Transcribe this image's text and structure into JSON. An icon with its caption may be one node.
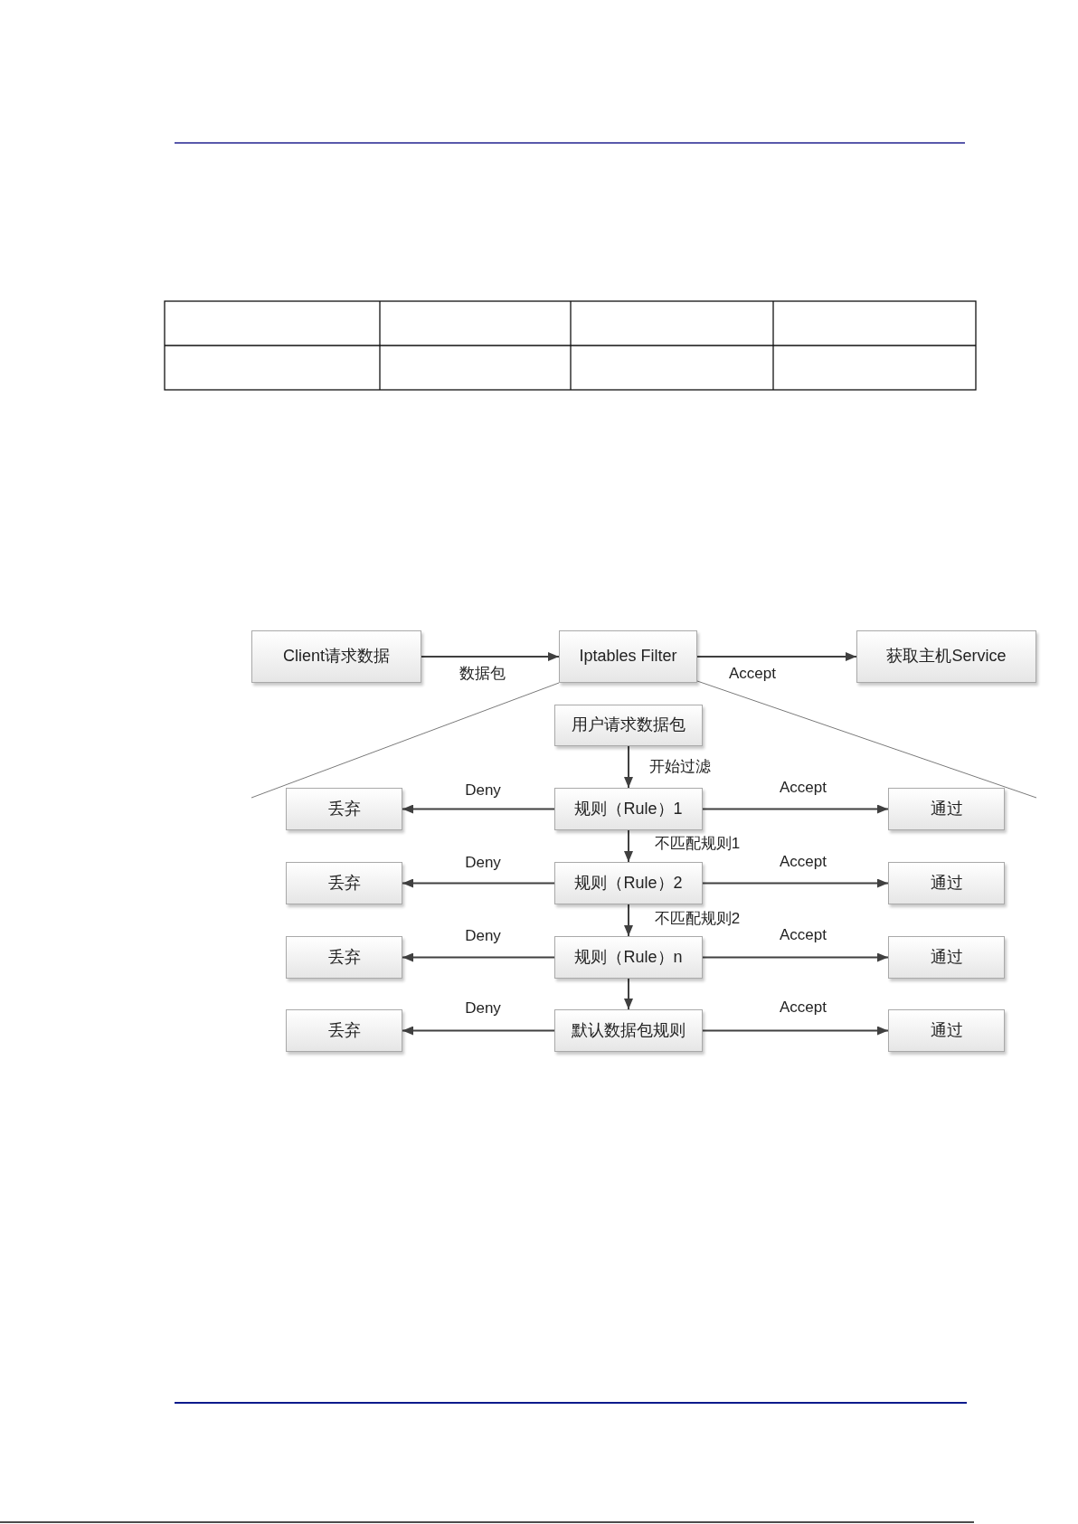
{
  "diagram": {
    "nodes": [
      {
        "text": [
          "Client请求数据"
        ]
      },
      {
        "text": [
          "Iptables Filter"
        ]
      },
      {
        "text": [
          "获取主机Service"
        ]
      },
      {
        "text": [
          "用户请求数据包"
        ]
      },
      {
        "text": [
          "丢弃"
        ]
      },
      {
        "text": [
          "规则（Rule）1"
        ]
      },
      {
        "text": [
          "通过"
        ]
      },
      {
        "text": [
          "丢弃"
        ]
      },
      {
        "text": [
          "规则（Rule）2"
        ]
      },
      {
        "text": [
          "通过"
        ]
      },
      {
        "text": [
          "丢弃"
        ]
      },
      {
        "text": [
          "规则（Rule）n"
        ]
      },
      {
        "text": [
          "通过"
        ]
      },
      {
        "text": [
          "丢弃"
        ]
      },
      {
        "text": [
          "默认数据包规则"
        ]
      },
      {
        "text": [
          "通过"
        ]
      }
    ],
    "edges": [
      {
        "from": 0,
        "to": 1,
        "arrow": "to",
        "label": "数据包"
      },
      {
        "from": 1,
        "to": 2,
        "arrow": "to",
        "label": "Accept"
      },
      {
        "from": 3,
        "to": 5,
        "arrow": "to",
        "label": "开始过滤"
      },
      {
        "from": 5,
        "to": 4,
        "arrow": "to",
        "label": "Deny"
      },
      {
        "from": 5,
        "to": 6,
        "arrow": "to",
        "label": "Accept"
      },
      {
        "from": 5,
        "to": 8,
        "arrow": "to",
        "label": "不匹配规则1"
      },
      {
        "from": 8,
        "to": 7,
        "arrow": "to",
        "label": "Deny"
      },
      {
        "from": 8,
        "to": 9,
        "arrow": "to",
        "label": "Accept"
      },
      {
        "from": 8,
        "to": 11,
        "arrow": "to",
        "label": "不匹配规则2"
      },
      {
        "from": 11,
        "to": 10,
        "arrow": "to",
        "label": "Deny"
      },
      {
        "from": 11,
        "to": 12,
        "arrow": "to",
        "label": "Accept"
      },
      {
        "from": 11,
        "to": 14,
        "arrow": "to"
      },
      {
        "from": 14,
        "to": 13,
        "arrow": "to",
        "label": "Deny"
      },
      {
        "from": 14,
        "to": 15,
        "arrow": "to",
        "label": "Accept"
      }
    ]
  }
}
